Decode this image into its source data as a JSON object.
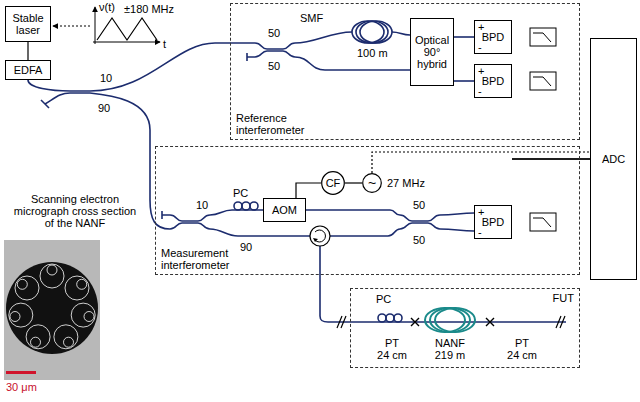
{
  "diagram": {
    "nodes": [
      {
        "text": [
          "Stable laser"
        ]
      },
      {
        "text": [
          "EDFA"
        ]
      },
      {
        "text": [
          "Reference interferometer"
        ]
      },
      {
        "text": [
          "Optical 90° hybrid"
        ],
        "in": 2
      },
      {
        "text": [
          "+",
          "BPD",
          "-"
        ],
        "in": 2
      },
      {
        "text": [
          "+",
          "BPD",
          "-"
        ],
        "in": 2
      },
      {
        "text": [
          "ADC"
        ]
      },
      {
        "text": [
          "Measurement interferometer"
        ]
      },
      {
        "text": [
          "AOM"
        ],
        "in": 7
      },
      {
        "text": [
          "CF"
        ],
        "in": 7
      },
      {
        "text": [
          "~"
        ],
        "in": 7
      },
      {
        "text": [
          "+",
          "BPD",
          "-"
        ],
        "in": 7
      },
      {
        "text": [
          "FUT"
        ]
      }
    ],
    "edges": [
      {
        "from": 0,
        "to": 1,
        "arrow": "none"
      },
      {
        "from": 3,
        "to": 4,
        "arrow": "none"
      },
      {
        "from": 3,
        "to": 5,
        "arrow": "none"
      },
      {
        "from": 4,
        "to": 6,
        "arrow": "none"
      },
      {
        "from": 5,
        "to": 6,
        "arrow": "none"
      },
      {
        "from": 11,
        "to": 6,
        "arrow": "none"
      },
      {
        "from": 8,
        "to": 9,
        "arrow": "none"
      },
      {
        "from": 9,
        "to": 10,
        "arrow": "none"
      },
      {
        "from": 10,
        "to": 6,
        "arrow": "none"
      }
    ],
    "labels": [
      "ν(t)",
      "±180 MHz",
      "t",
      "10",
      "90",
      "50",
      "50",
      "SMF",
      "100 m",
      "PC",
      "10",
      "90",
      "27 MHz",
      "50",
      "50",
      "PC",
      "NANF",
      "219 m",
      "PT",
      "24 cm",
      "PT",
      "24 cm",
      "Scanning electron micrograph cross section of the NANF",
      "30 μm"
    ]
  }
}
